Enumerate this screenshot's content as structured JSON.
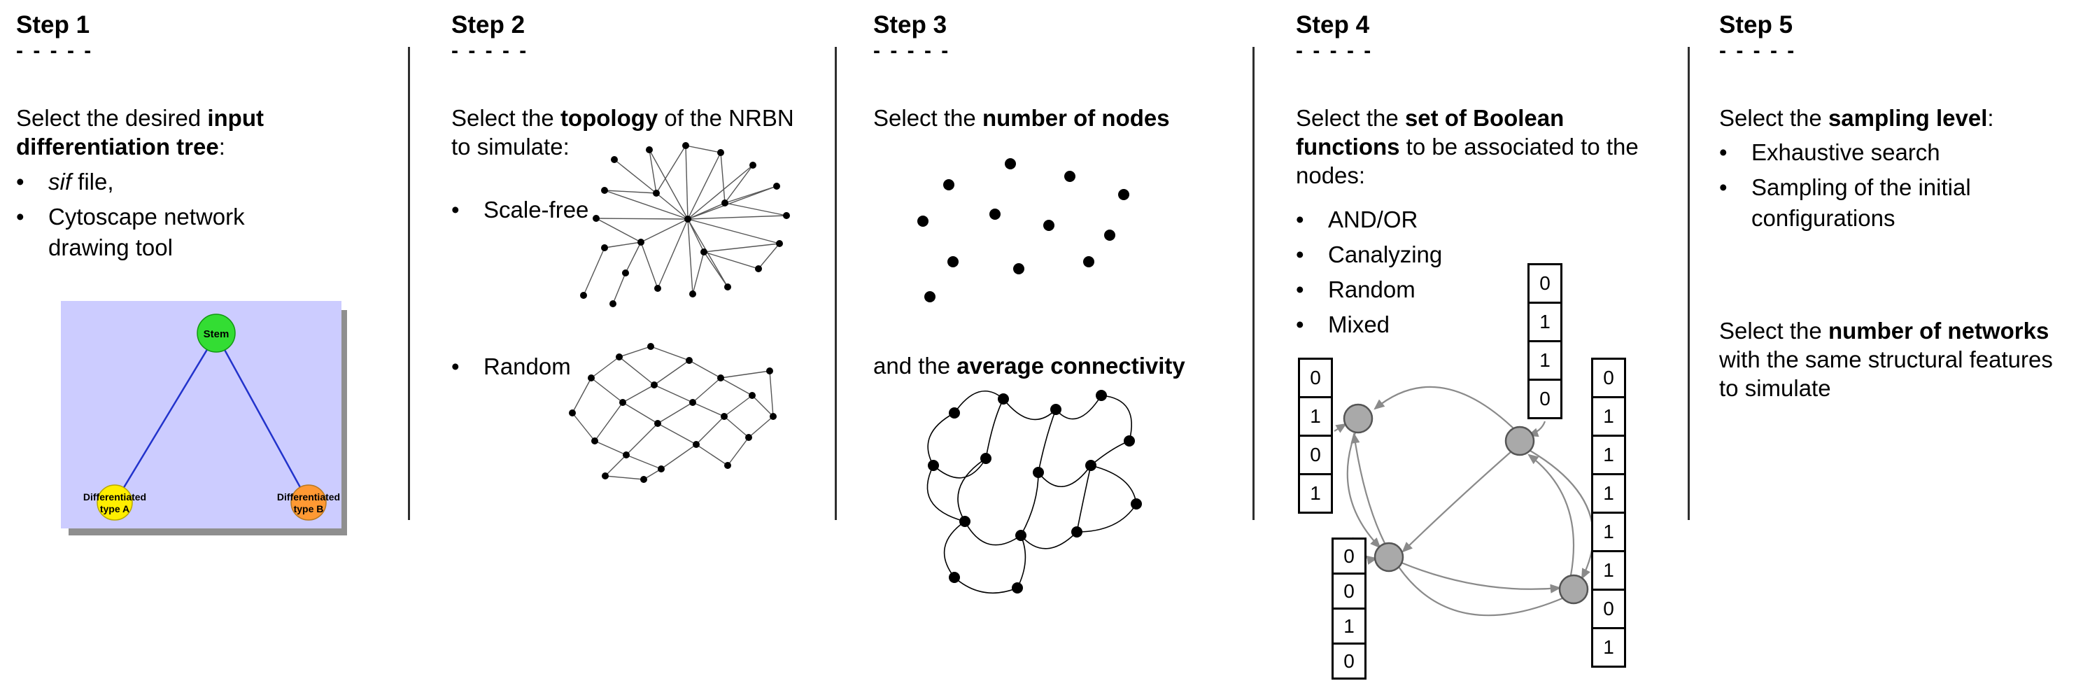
{
  "ui": {
    "bullet": "•"
  },
  "step1": {
    "heading": "Step 1",
    "dashes": "- - - - -",
    "sentence": {
      "pre": "Select the desired ",
      "bold": "input differentiation tree",
      "post": ":"
    },
    "bullets": {
      "b1_italic": "sif",
      "b1_rest": " file,",
      "b2": "Cytoscape network drawing tool"
    },
    "tree": {
      "stem": "Stem",
      "left_line1": "Differentiated",
      "left_line2": "type A",
      "right_line1": "Differentiated",
      "right_line2": "type B",
      "colors": {
        "background": "#ccccff",
        "stem": "#33dd33",
        "left": "#ffee00",
        "right": "#ff9933",
        "edge": "#2233cc"
      }
    }
  },
  "step2": {
    "heading": "Step 2",
    "dashes": "- - - - -",
    "sentence": {
      "pre": "Select the ",
      "bold": "topology",
      "post": " of the NRBN to simulate:"
    },
    "bullets": {
      "b1": "Scale-free",
      "b2": "Random"
    }
  },
  "step3": {
    "heading": "Step 3",
    "dashes": "- - - - -",
    "sentence1": {
      "pre": "Select the ",
      "bold": "number of nodes"
    },
    "sentence2": {
      "pre": "and the ",
      "bold": "average connectivity"
    }
  },
  "step4": {
    "heading": "Step 4",
    "dashes": "- - - - -",
    "sentence": {
      "pre": "Select the ",
      "bold": "set of Boolean functions",
      "post": " to be associated to the nodes:"
    },
    "bullets": {
      "b1": "AND/OR",
      "b2": "Canalyzing",
      "b3": "Random",
      "b4": "Mixed"
    },
    "tables": {
      "left": [
        "0",
        "1",
        "0",
        "1"
      ],
      "top": [
        "0",
        "1",
        "1",
        "0"
      ],
      "right": [
        "0",
        "1",
        "1",
        "1",
        "1",
        "1",
        "0",
        "1"
      ],
      "bottom": [
        "0",
        "0",
        "1",
        "0"
      ]
    }
  },
  "step5": {
    "heading": "Step 5",
    "dashes": "- - - - -",
    "sentence1": {
      "pre": "Select the ",
      "bold": "sampling level",
      "post": ":"
    },
    "bullets": {
      "b1": "Exhaustive search",
      "b2": "Sampling of the initial configurations"
    },
    "sentence2": {
      "pre": "Select the ",
      "bold": "number of networks",
      "post": " with the same structural features to simulate"
    }
  }
}
